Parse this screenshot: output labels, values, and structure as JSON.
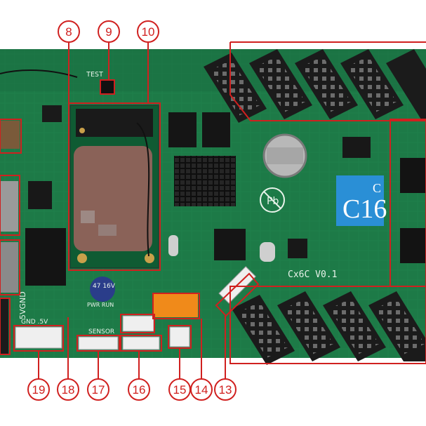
{
  "colors": {
    "pcb": "#1d7a47",
    "pcb_dark": "#145c34",
    "callout": "#d0201f",
    "chip_label": "#2a8fd6",
    "connector": "#1b1b1b"
  },
  "board": {
    "model_label": "Cx6C V0.1",
    "test_label": "TEST",
    "sensor_label": "SENSOR",
    "pwr_run_label": "PWR RUN",
    "gnd_5v_label": "GND .5V",
    "v5_gnd_label": "5VGND",
    "chip_label": {
      "main": "C16",
      "sup": "C"
    },
    "capacitor_label": "47 16V",
    "pb_free_icon": "pb-free-icon"
  },
  "callouts": [
    {
      "id": "8",
      "label": "8"
    },
    {
      "id": "9",
      "label": "9"
    },
    {
      "id": "10",
      "label": "10"
    },
    {
      "id": "13",
      "label": "13"
    },
    {
      "id": "14",
      "label": "14"
    },
    {
      "id": "15",
      "label": "15"
    },
    {
      "id": "16",
      "label": "16"
    },
    {
      "id": "17",
      "label": "17"
    },
    {
      "id": "18",
      "label": "18"
    },
    {
      "id": "19",
      "label": "19"
    }
  ]
}
